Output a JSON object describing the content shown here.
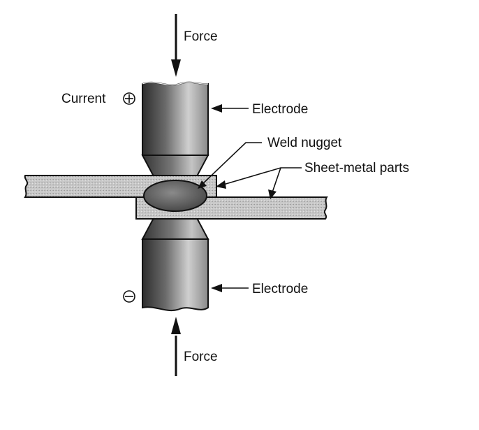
{
  "labels": {
    "force_top": "Force",
    "force_bottom": "Force",
    "current": "Current",
    "electrode_top": "Electrode",
    "electrode_bottom": "Electrode",
    "weld_nugget": "Weld nugget",
    "sheet_metal": "Sheet-metal parts"
  },
  "symbols": {
    "positive_terminal": "plus-in-circle",
    "negative_terminal": "minus-in-circle"
  },
  "colors": {
    "electrode_dark": "#3a3a3a",
    "electrode_light": "#d0d0d0",
    "sheet_fill": "#c8c8c8",
    "nugget_fill": "#6e6e6e",
    "line": "#111111"
  }
}
